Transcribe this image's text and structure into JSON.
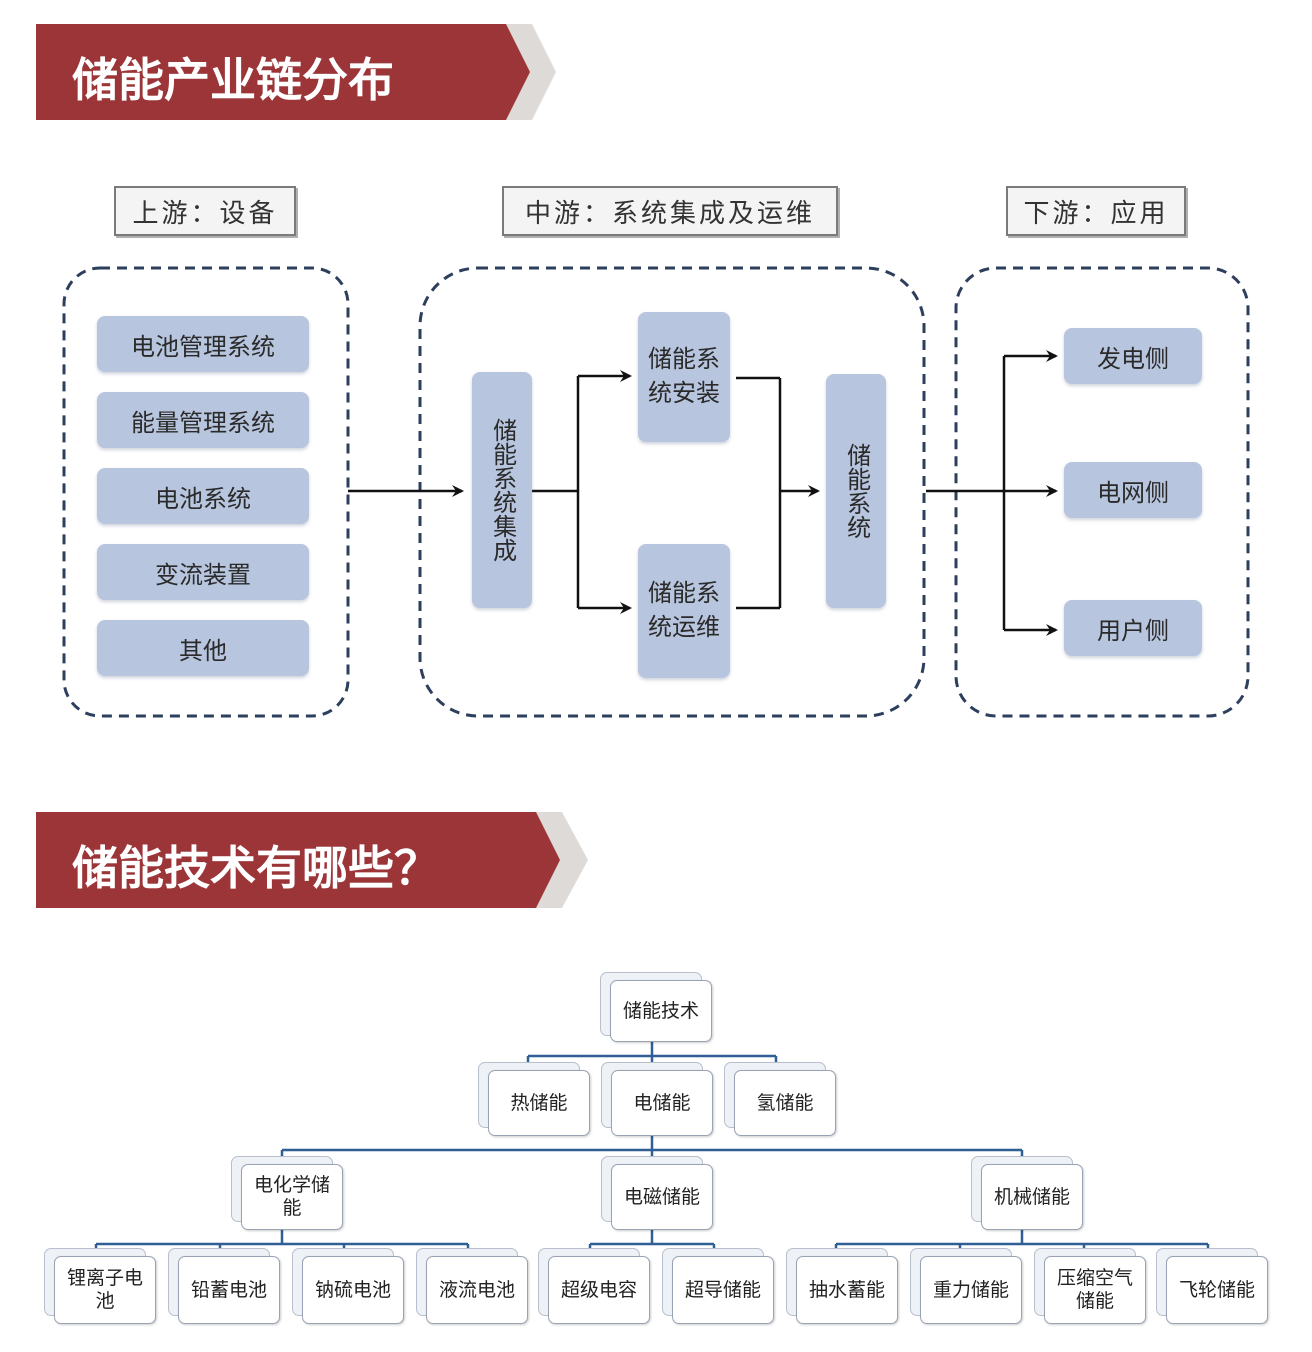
{
  "colors": {
    "banner": "#9b3538",
    "banner_shadow": "#dedad7",
    "pill": "#b7c5de",
    "tree_line": "#2f5f94"
  },
  "section1": {
    "title": "储能产业链分布",
    "upstream": {
      "header": "上游：设备",
      "items": [
        "电池管理系统",
        "能量管理系统",
        "电池系统",
        "变流装置",
        "其他"
      ]
    },
    "midstream": {
      "header": "中游：系统集成及运维",
      "integration": "储能系统集成",
      "install": "储能系统安装",
      "operation": "储能系统运维",
      "system": "储能系统"
    },
    "downstream": {
      "header": "下游：应用",
      "items": [
        "发电侧",
        "电网侧",
        "用户侧"
      ]
    }
  },
  "section2": {
    "title": "储能技术有哪些？",
    "root": "储能技术",
    "level1": [
      "热储能",
      "电储能",
      "氢储能"
    ],
    "level2": [
      "电化学储能",
      "电磁储能",
      "机械储能"
    ],
    "electrochemical": [
      "锂离子电池",
      "铅蓄电池",
      "钠硫电池",
      "液流电池"
    ],
    "electromagnetic": [
      "超级电容",
      "超导储能"
    ],
    "mechanical": [
      "抽水蓄能",
      "重力储能",
      "压缩空气储能",
      "飞轮储能"
    ]
  }
}
